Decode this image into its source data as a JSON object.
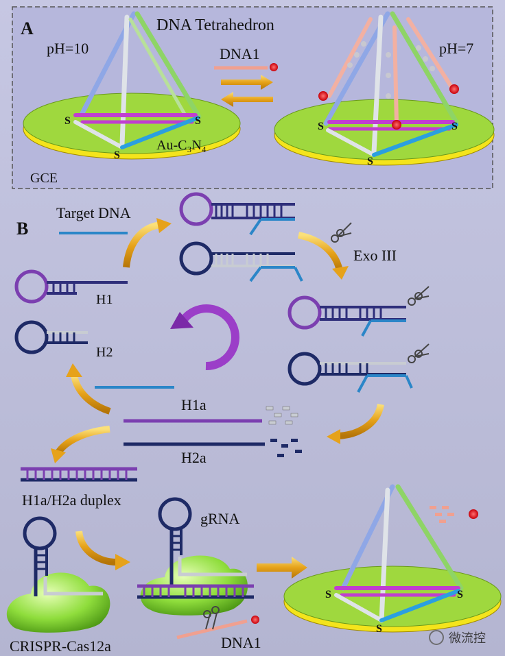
{
  "panel_a": {
    "letter": "A",
    "title": "DNA Tetrahedron",
    "ph_left": "pH=10",
    "ph_right": "pH=7",
    "arrow_label": "DNA1",
    "surface_label": "Au-C₃N₄",
    "electrode_label": "GCE",
    "thiol": "S"
  },
  "panel_b": {
    "letter": "B",
    "target_label": "Target DNA",
    "enzyme_label": "Exo III",
    "h1_label": "H1",
    "h2_label": "H2",
    "h1a_label": "H1a",
    "h2a_label": "H2a",
    "duplex_label": "H1a/H2a duplex",
    "grna_label": "gRNA",
    "crispr_label": "CRISPR-Cas12a",
    "dna1_label": "DNA1",
    "thiol": "S"
  },
  "watermark": {
    "text": "微流控"
  },
  "colors": {
    "gold": "#f2d22a",
    "green_surface": "#97d63a",
    "purple": "#7b3fb0",
    "navy": "#1e2a66",
    "blue": "#2b86c8",
    "salmon": "#f0a090",
    "red": "#e8202a"
  }
}
